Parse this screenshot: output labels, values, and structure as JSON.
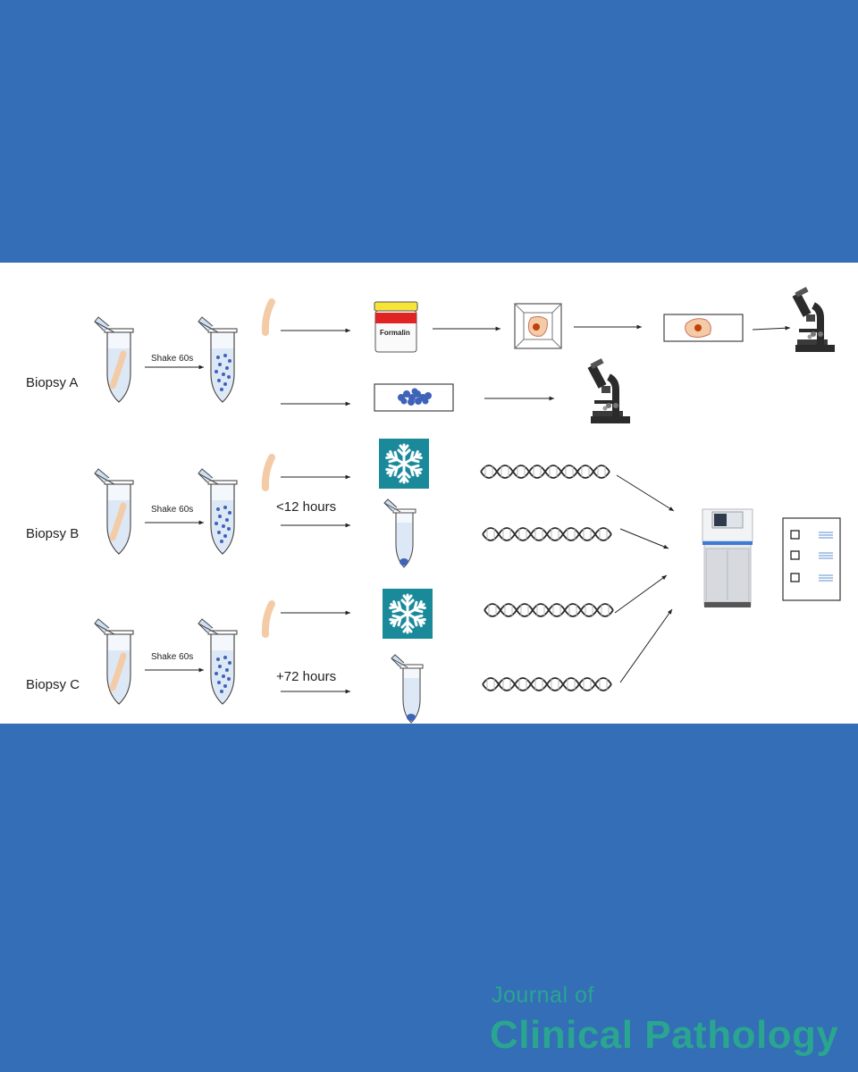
{
  "colors": {
    "background": "#336eb6",
    "panel": "#ffffff",
    "journal_text": "#2aa58f",
    "tube_liquid": "#dce8f6",
    "cells": "#3e63b8",
    "tissue": "#f4cba7",
    "formalin_lid": "#f7e33a",
    "formalin_band": "#e02424",
    "freezer": "#1a8a9b",
    "dna": "#2a2a2a"
  },
  "biopsies": [
    {
      "label": "Biopsy A",
      "shake_label": "Shake 60s"
    },
    {
      "label": "Biopsy B",
      "shake_label": "Shake 60s",
      "time_label": "<12 hours"
    },
    {
      "label": "Biopsy C",
      "shake_label": "Shake 60s",
      "time_label": "+72  hours"
    }
  ],
  "formalin_label": "Formalin",
  "icons": [
    "tube-icon",
    "tissue-icon",
    "formalin-jar-icon",
    "cassette-icon",
    "slide-icon",
    "microscope-icon",
    "snowflake-icon",
    "dna-icon",
    "sequencer-icon",
    "checklist-icon"
  ],
  "journal": {
    "line1": "Journal of",
    "line2": "Clinical Pathology"
  }
}
